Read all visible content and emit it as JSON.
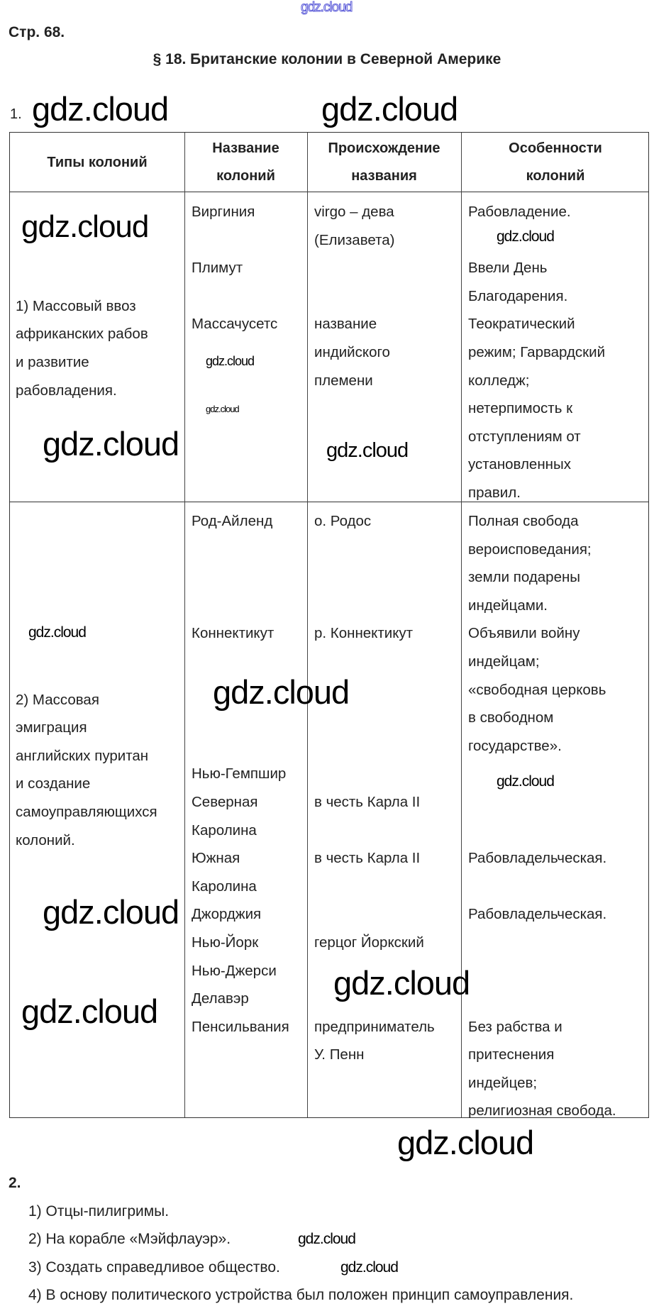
{
  "top_watermark": "gdz.cloud",
  "page_number": "Стр. 68.",
  "section_title": "§ 18. Британские колонии в Северной Америке",
  "task1_label": "1.",
  "table": {
    "headers": [
      [
        "Типы колоний"
      ],
      [
        "Название",
        "колоний"
      ],
      [
        "Происхождение",
        "названия"
      ],
      [
        "Особенности",
        "колоний"
      ]
    ],
    "rows": [
      {
        "type": [
          "",
          "",
          "",
          "1) Массовый ввоз",
          "африканских рабов",
          "и развитие",
          "рабовладения."
        ],
        "names": [
          "Виргиния",
          "",
          "Плимут",
          "",
          "Массачусетс"
        ],
        "origins": [
          "virgo – дева",
          "(Елизавета)",
          "",
          "",
          "название",
          "индийского",
          "племени"
        ],
        "features": [
          "Рабовладение.",
          "",
          "Ввели День",
          "Благодарения.",
          "Теократический",
          "режим; Гарвардский",
          "колледж;",
          "нетерпимость к",
          "отступлениям от",
          "установленных",
          "правил."
        ]
      },
      {
        "type": [
          "",
          "",
          "",
          "",
          "",
          "",
          "2) Массовая",
          "эмиграция",
          "английских пуритан",
          "и создание",
          "самоуправляющихся",
          "колоний."
        ],
        "names": [
          "Род-Айленд",
          "",
          "",
          "",
          "Коннектикут",
          "",
          "",
          "",
          "",
          "Нью-Гемпшир",
          "Северная",
          "Каролина",
          "Южная",
          "Каролина",
          "Джорджия",
          "Нью-Йорк",
          "Нью-Джерси",
          "Делавэр",
          "Пенсильвания"
        ],
        "origins": [
          "о. Родос",
          "",
          "",
          "",
          "р. Коннектикут",
          "",
          "",
          "",
          "",
          "",
          "в честь Карла II",
          "",
          "в честь Карла II",
          "",
          "",
          "герцог Йоркский",
          "",
          "",
          "предприниматель",
          "У. Пенн"
        ],
        "features": [
          "Полная свобода",
          "вероисповедания;",
          "земли подарены",
          "индейцами.",
          "Объявили войну",
          "индейцам;",
          "«свободная церковь",
          "в свободном",
          "государстве».",
          "",
          "",
          "",
          "Рабовладельческая.",
          "",
          "Рабовладельческая.",
          "",
          "",
          "",
          "Без рабства и",
          "притеснения",
          "индейцев;",
          "религиозная свобода."
        ]
      }
    ]
  },
  "task2_label": "2.",
  "answers": [
    "1) Отцы-пилигримы.",
    "2) На корабле «Мэйфлауэр».",
    "3) Создать справедливое общество.",
    "4) В основу политического устройства был положен принцип самоуправления."
  ],
  "watermark": "gdz.cloud"
}
